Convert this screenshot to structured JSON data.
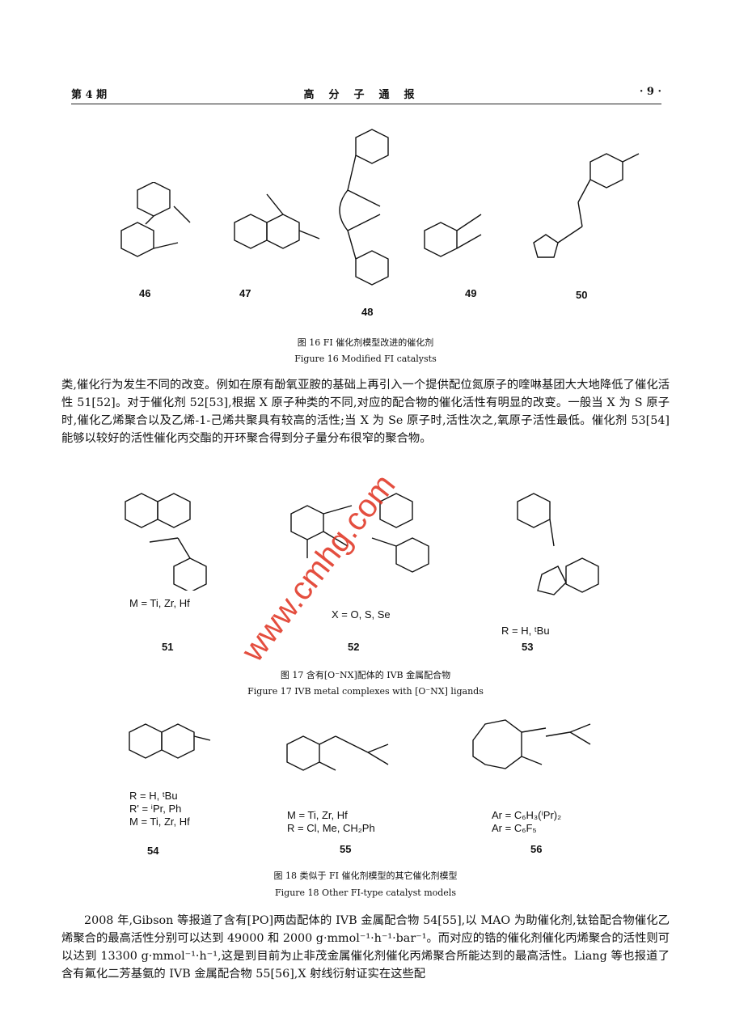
{
  "header": {
    "issue": "第 4 期",
    "journal": "高分子通报",
    "page": "· 9 ·"
  },
  "fig16": {
    "compounds": [
      "46",
      "47",
      "48",
      "49",
      "50"
    ],
    "caption_cn": "图 16   FI 催化剂模型改进的催化剂",
    "caption_en": "Figure 16   Modified FI catalysts"
  },
  "para1": "类,催化行为发生不同的改变。例如在原有酚氧亚胺的基础上再引入一个提供配位氮原子的喹啉基团大大地降低了催化活性 51[52]。对于催化剂 52[53],根据 X 原子种类的不同,对应的配合物的催化活性有明显的改变。一般当 X 为 S 原子时,催化乙烯聚合以及乙烯-1-己烯共聚具有较高的活性;当 X 为 Se 原子时,活性次之,氧原子活性最低。催化剂 53[54] 能够以较好的活性催化丙交酯的开环聚合得到分子量分布很窄的聚合物。",
  "fig17": {
    "compounds": [
      "51",
      "52",
      "53"
    ],
    "sub51": "M = Ti, Zr, Hf",
    "sub52": "X = O, S, Se",
    "sub53": "R = H, ᵗBu",
    "caption_cn": "图 17   含有[O⁻NX]配体的 IVB 金属配合物",
    "caption_en": "Figure 17   IVB metal complexes with [O⁻NX] ligands"
  },
  "fig18": {
    "compounds": [
      "54",
      "55",
      "56"
    ],
    "sub54": [
      "R = H, ᵗBu",
      "R' = ⁱPr, Ph",
      "M = Ti, Zr, Hf"
    ],
    "sub55": [
      "M = Ti, Zr, Hf",
      "R = Cl, Me, CH₂Ph"
    ],
    "sub56": [
      "Ar = C₆H₃(ⁱPr)₂",
      "Ar = C₆F₅"
    ],
    "caption_cn": "图 18   类似于 FI 催化剂模型的其它催化剂模型",
    "caption_en": "Figure 18   Other FI-type catalyst models"
  },
  "para2": "2008 年,Gibson 等报道了含有[PO]两齿配体的 IVB 金属配合物 54[55],以 MAO 为助催化剂,钛铪配合物催化乙烯聚合的最高活性分别可以达到 49000 和 2000 g·mmol⁻¹·h⁻¹·bar⁻¹。而对应的锆的催化剂催化丙烯聚合的活性则可以达到 13300 g·mmol⁻¹·h⁻¹,这是到目前为止非茂金属催化剂催化丙烯聚合所能达到的最高活性。Liang 等也报道了含有氟化二芳基氨的 IVB 金属配合物 55[56],X 射线衍射证实在这些配",
  "watermark": "www.cmhg.com"
}
